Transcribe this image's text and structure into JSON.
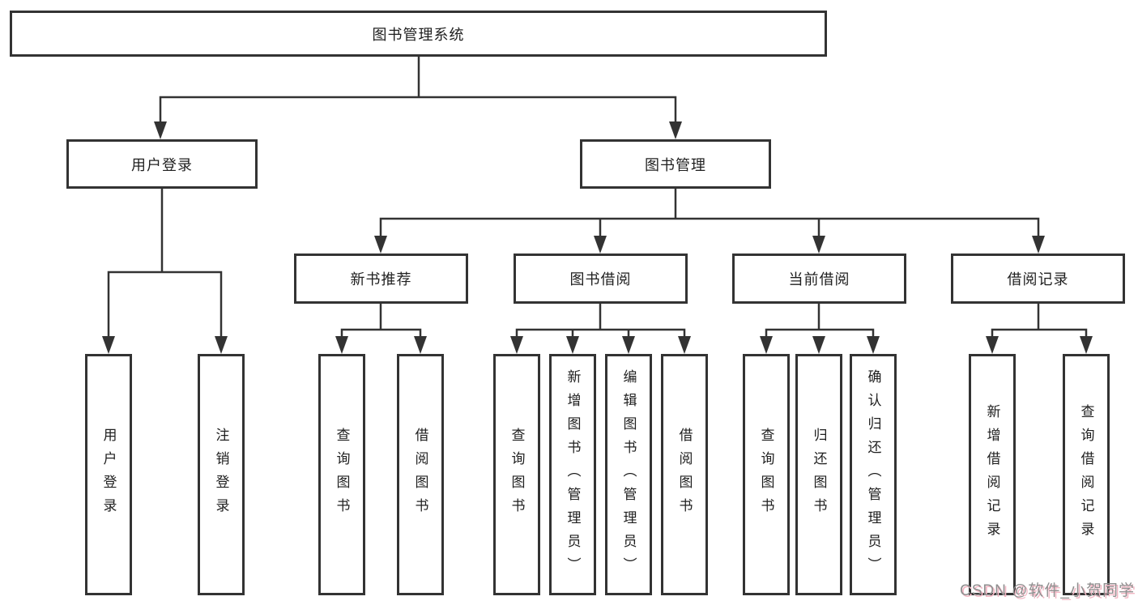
{
  "tree": {
    "label": "图书管理系统",
    "children": [
      {
        "label": "用户登录",
        "children": [
          {
            "label": "用户登录"
          },
          {
            "label": "注销登录"
          }
        ]
      },
      {
        "label": "图书管理",
        "children": [
          {
            "label": "新书推荐",
            "children": [
              {
                "label": "查询图书"
              },
              {
                "label": "借阅图书"
              }
            ]
          },
          {
            "label": "图书借阅",
            "children": [
              {
                "label": "查询图书"
              },
              {
                "label": "新增图书（管理员）"
              },
              {
                "label": "编辑图书（管理员）"
              },
              {
                "label": "借阅图书"
              }
            ]
          },
          {
            "label": "当前借阅",
            "children": [
              {
                "label": "查询图书"
              },
              {
                "label": "归还图书"
              },
              {
                "label": "确认归还（管理员）"
              }
            ]
          },
          {
            "label": "借阅记录",
            "children": [
              {
                "label": "新增借阅记录"
              },
              {
                "label": "查询借阅记录"
              }
            ]
          }
        ]
      }
    ]
  },
  "watermark": {
    "text": "CSDN @软件_小贺同学"
  },
  "colors": {
    "line": "#333333",
    "text": "#1f1f1f",
    "watermark": "#8f8f8f",
    "watermark_shadow": "#f2b7c4"
  }
}
